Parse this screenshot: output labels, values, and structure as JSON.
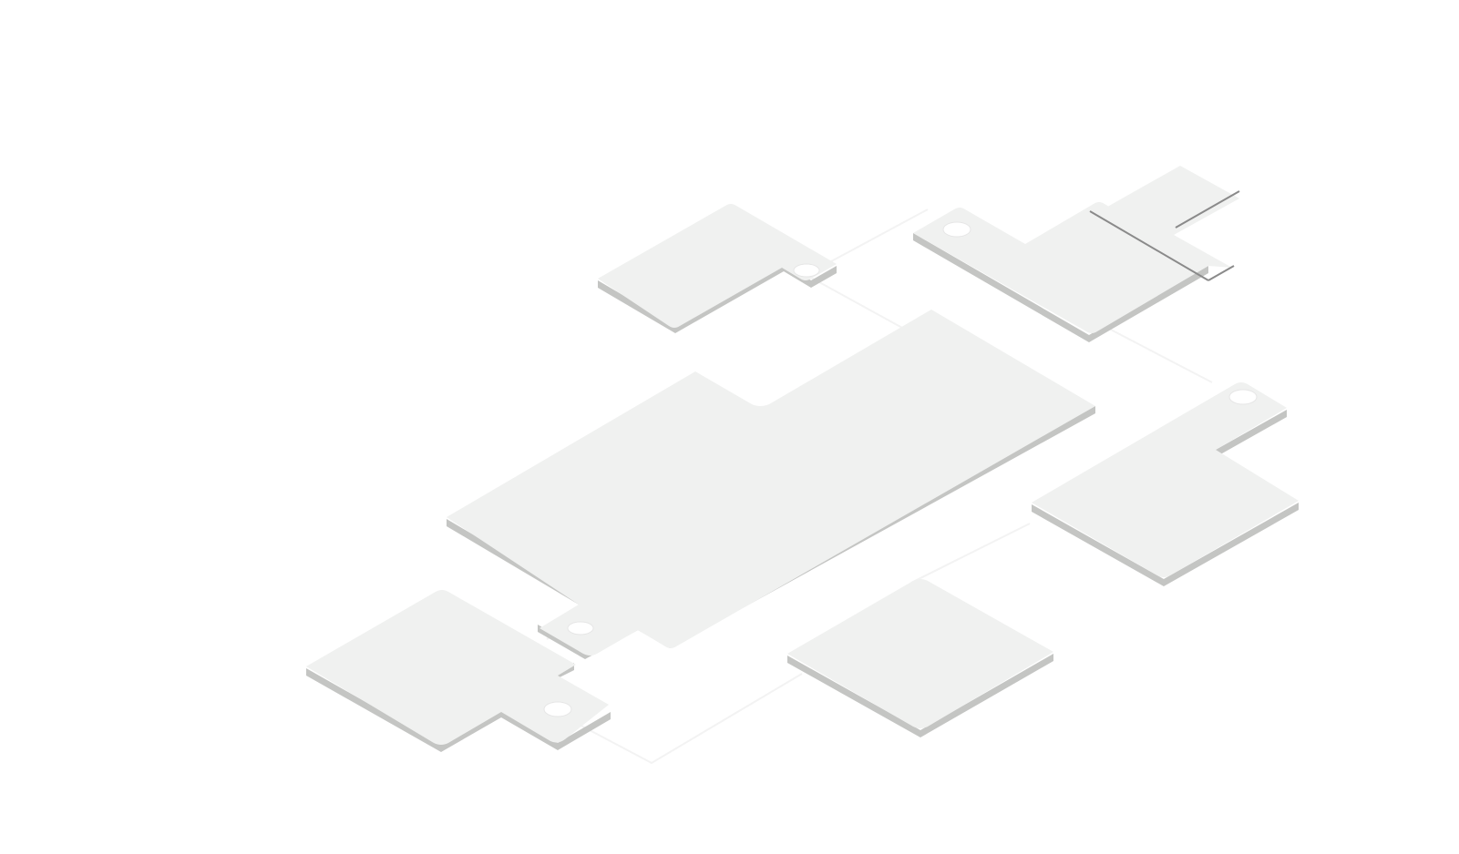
{
  "diagram": {
    "kind": "isometric-blocks",
    "background_color": "#ffffff",
    "tile_top_color": "#f0f1f0",
    "tile_side_color": "#c4c5c3",
    "connector_color": "#f3f3f3",
    "port_color": "#ffffff",
    "accent_line_color": "#8a8a8a",
    "tile_count": 7,
    "connector_count": 6
  }
}
